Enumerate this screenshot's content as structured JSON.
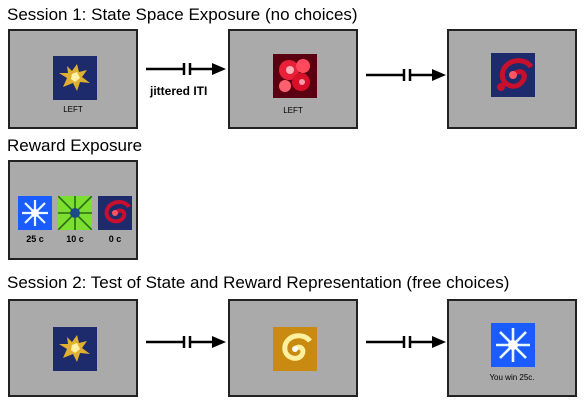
{
  "session1": {
    "title": "Session 1: State Space Exposure (no choices)",
    "screen1_caption": "LEFT",
    "screen2_caption": "LEFT",
    "iti_label": "jittered ITI"
  },
  "reward_exposure": {
    "title": "Reward Exposure",
    "items": [
      {
        "label": "25 c",
        "icon": "blue-starburst-fractal"
      },
      {
        "label": "10 c",
        "icon": "green-starburst-fractal"
      },
      {
        "label": "0 c",
        "icon": "red-spiral-fractal"
      }
    ]
  },
  "session2": {
    "title": "Session 2: Test of State and Reward Representation (free choices)",
    "screen3_caption": "You win 25c."
  },
  "colors": {
    "screen_gray": "#aaaaaa",
    "border": "#222222",
    "navy": "#1d2a6b",
    "gold": "#e0b030",
    "red": "#c8102e"
  }
}
